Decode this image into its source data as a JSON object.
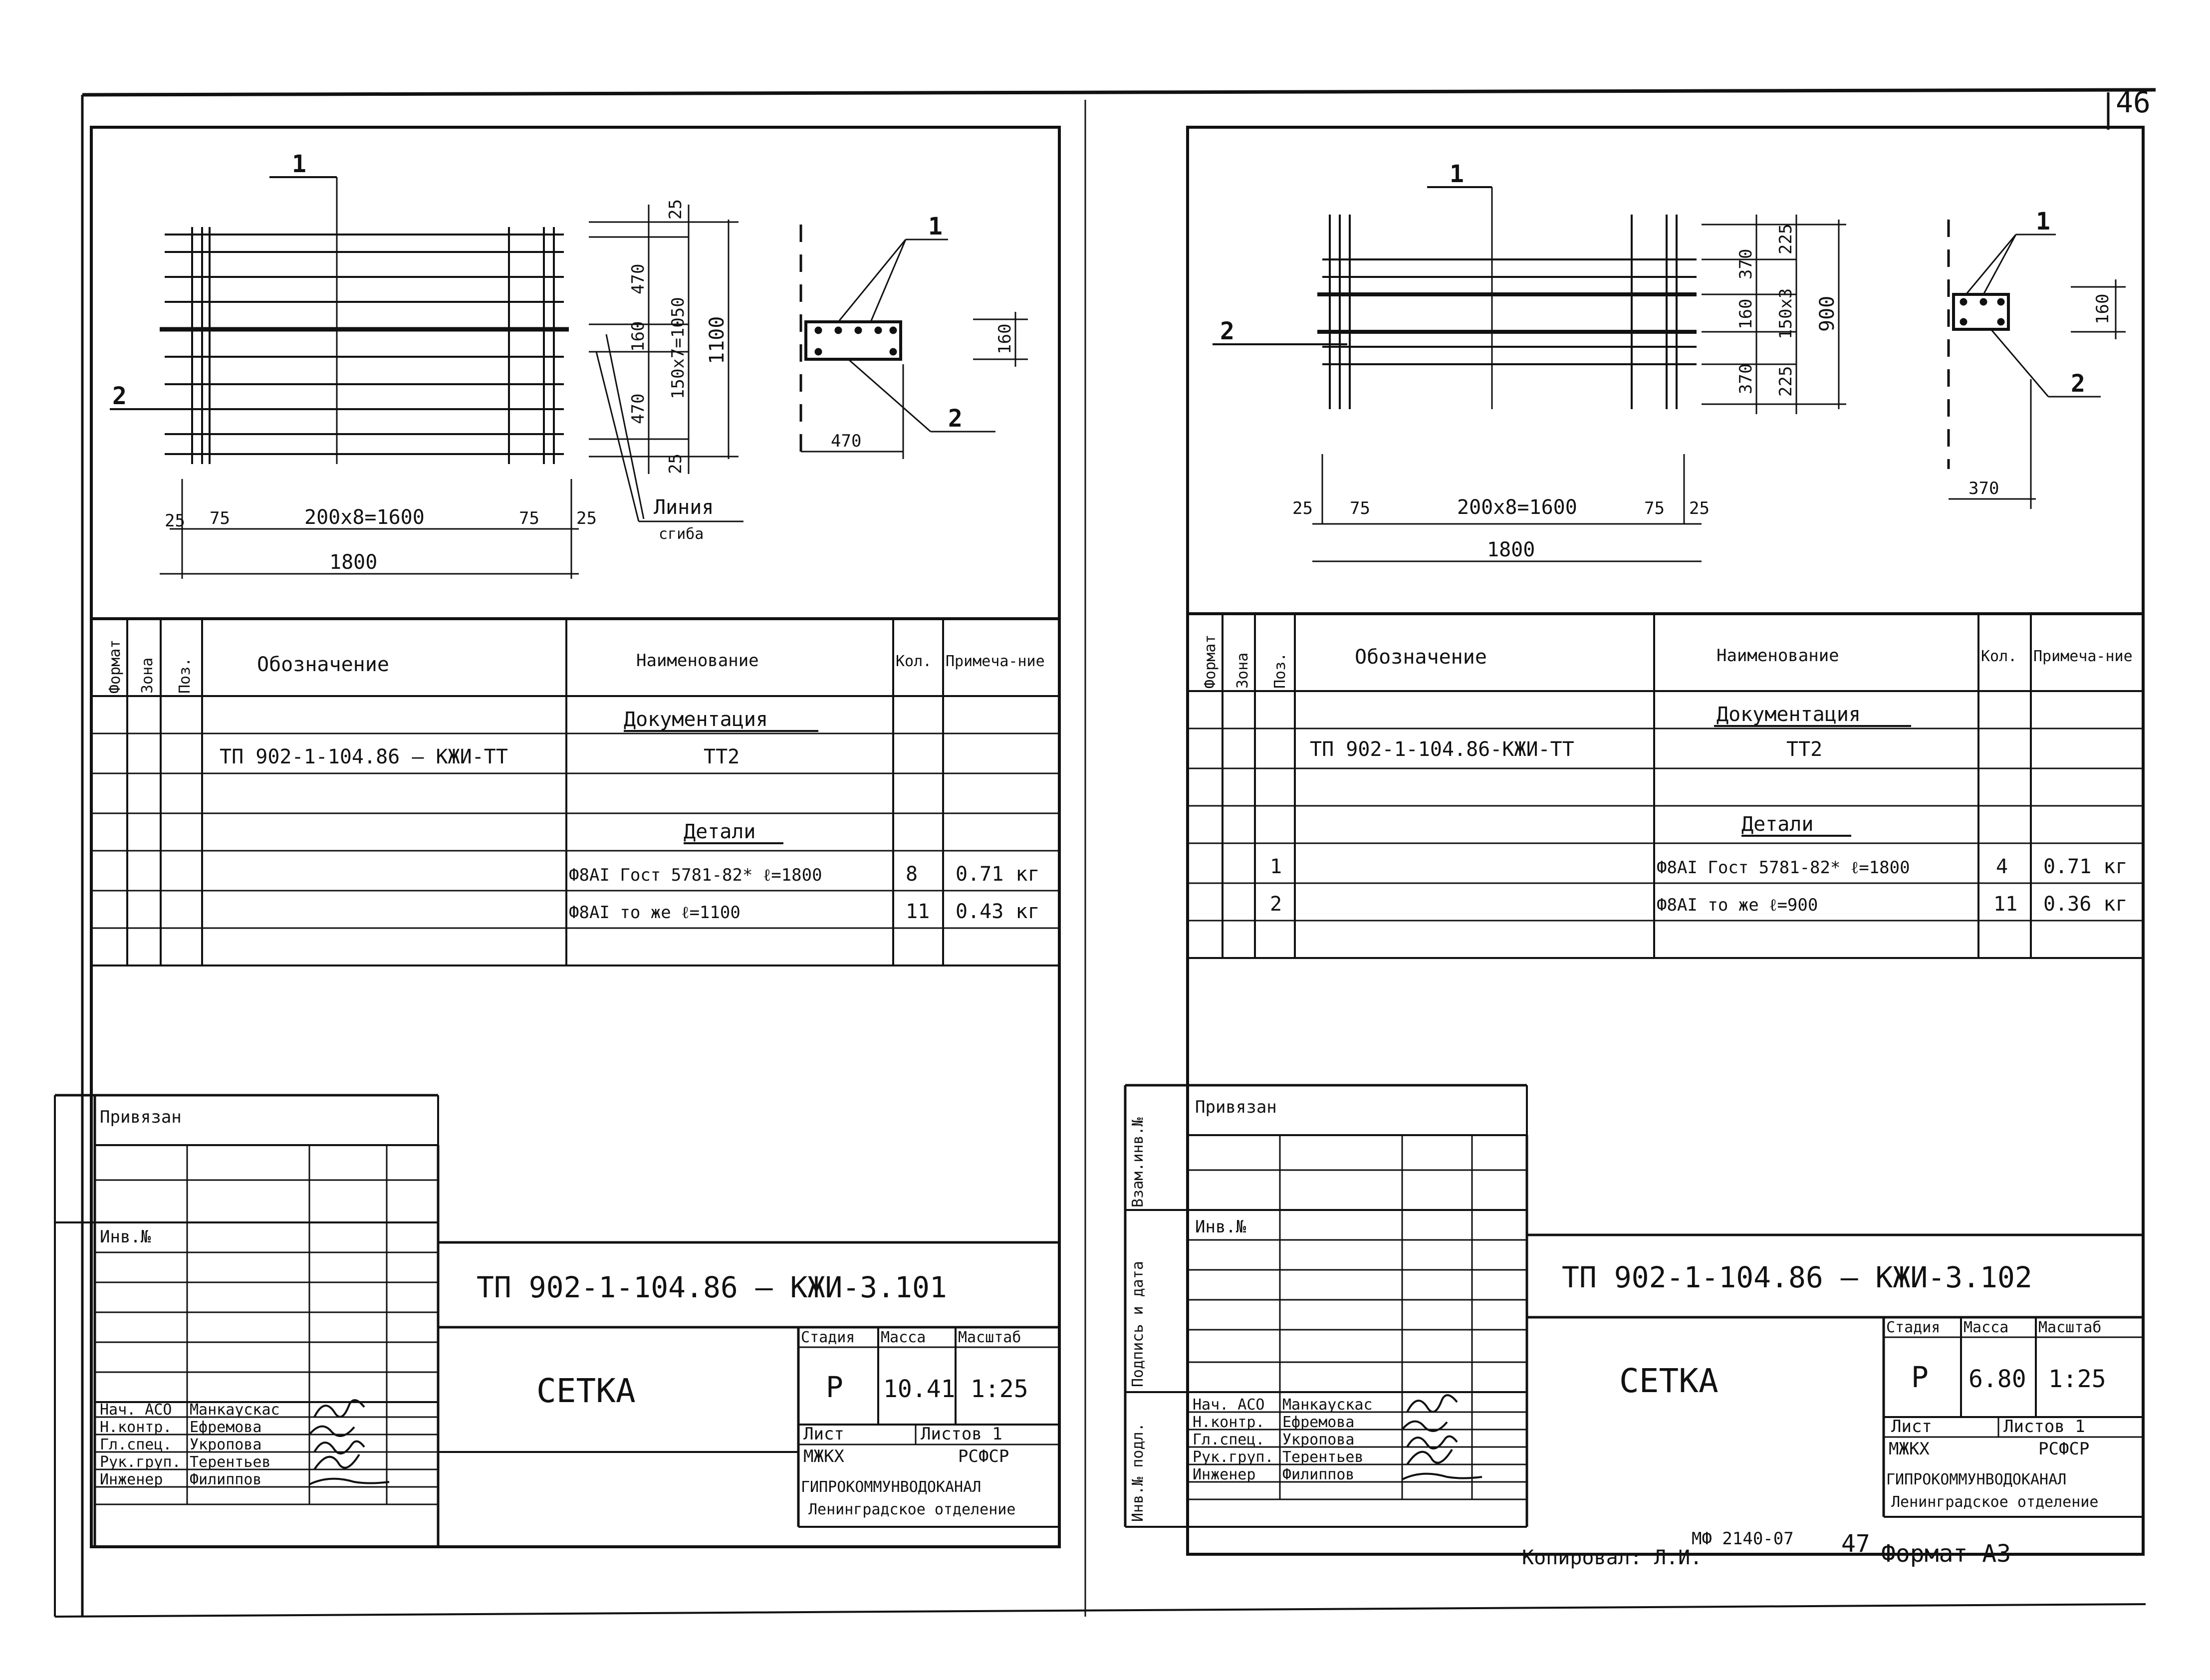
{
  "page_number": "46",
  "copied_by": "Копировал: Л.И.",
  "footer_code": "МФ 2140-07",
  "footer_page": "47",
  "format": "Формат А3",
  "side_labels": {
    "vzam": "Взам.инв.№",
    "podpis": "Подпись и дата",
    "inv_podl": "Инв.№ подл."
  },
  "headers": {
    "format": "Формат",
    "zona": "Зона",
    "poz": "Поз.",
    "oboznachenie": "Обозначение",
    "naimenovanie": "Наименование",
    "kol": "Кол.",
    "primechanie": "Примеча-ние"
  },
  "title_block_labels": {
    "privyazan_left": "Привязан",
    "privyazan_right": "Привязан",
    "inv": "Инв.№",
    "stadiya": "Стадия",
    "massa": "Масса",
    "masshtab": "Масштаб",
    "list": "Лист",
    "listov": "Листов 1",
    "org1": "МЖКХ",
    "org2": "РСФСР",
    "org3": "ГИПРОКОММУНВОДОКАНАЛ",
    "org4": "Ленинградское отделение"
  },
  "staff": [
    {
      "role": "Нач. АСО",
      "name": "Манкаускас"
    },
    {
      "role": "Н.контр.",
      "name": "Ефремова"
    },
    {
      "role": "Гл.спец.",
      "name": "Укропова"
    },
    {
      "role": "Рук.груп.",
      "name": "Терентьев"
    },
    {
      "role": "Инженер",
      "name": "Филиппов"
    }
  ],
  "sheets": [
    {
      "code": "ТП 902-1-104.86 – КЖИ-3.101",
      "name": "СЕТКА",
      "stage": "Р",
      "mass": "10.41",
      "scale": "1:25",
      "drawing": {
        "label_1": "1",
        "label_2": "2",
        "dim_bottom_left_edge": "25",
        "dim_bottom_left_off": "75",
        "dim_bottom_mid": "200х8=1600",
        "dim_bottom_right_off": "75",
        "dim_bottom_right_edge": "25",
        "dim_total_width": "1800",
        "dim_r_top": "25",
        "dim_r_470a": "470",
        "dim_r_160": "160",
        "dim_r_470b": "470",
        "dim_r_bottom": "25",
        "dim_r_mid": "150х7=1050",
        "dim_r_total": "1100",
        "bend_line": "Линия",
        "bend_line2": "сгиба",
        "section_width": "470",
        "section_height": "160"
      },
      "sections": {
        "doc": "Документация",
        "details": "Детали"
      },
      "rows": [
        {
          "poz": "",
          "oboz": "ТП 902-1-104.86 – КЖИ-ТТ",
          "name": "ТТ2",
          "kol": "",
          "note": ""
        },
        {
          "poz": "",
          "oboz": "",
          "name": "Ф8АI Гост 5781-82* ℓ=1800",
          "kol": "8",
          "note": "0.71 кг"
        },
        {
          "poz": "",
          "oboz": "",
          "name": "Ф8АI то же ℓ=1100",
          "kol": "11",
          "note": "0.43 кг"
        }
      ]
    },
    {
      "code": "ТП 902-1-104.86 – КЖИ-3.102",
      "name": "СЕТКА",
      "stage": "Р",
      "mass": "6.80",
      "scale": "1:25",
      "drawing": {
        "label_1": "1",
        "label_2": "2",
        "dim_bottom_left_edge": "25",
        "dim_bottom_left_off": "75",
        "dim_bottom_mid": "200х8=1600",
        "dim_bottom_right_off": "75",
        "dim_bottom_right_edge": "25",
        "dim_total_width": "1800",
        "dim_r_225a": "225",
        "dim_r_370a": "370",
        "dim_r_160": "160",
        "dim_r_370b": "370",
        "dim_r_225b": "225",
        "dim_r_mid": "150х3",
        "dim_r_total": "900",
        "section_width": "370",
        "section_height": "160"
      },
      "sections": {
        "doc": "Документация",
        "details": "Детали"
      },
      "rows": [
        {
          "poz": "",
          "oboz": "ТП 902-1-104.86-КЖИ-ТТ",
          "name": "ТТ2",
          "kol": "",
          "note": ""
        },
        {
          "poz": "1",
          "oboz": "",
          "name": "Ф8АI Гост 5781-82* ℓ=1800",
          "kol": "4",
          "note": "0.71 кг"
        },
        {
          "poz": "2",
          "oboz": "",
          "name": "Ф8АI то же ℓ=900",
          "kol": "11",
          "note": "0.36 кг"
        }
      ]
    }
  ]
}
